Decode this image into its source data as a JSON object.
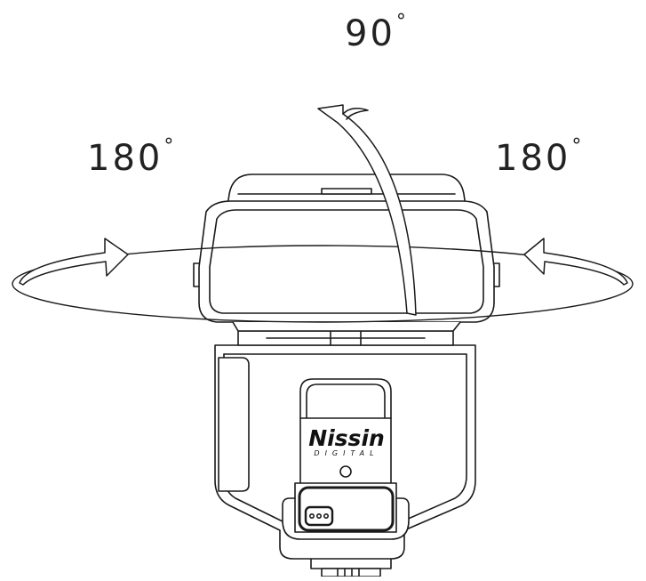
{
  "labels": {
    "tilt": {
      "value": "90",
      "unit": "°"
    },
    "swivel_left": {
      "value": "180",
      "unit": "°"
    },
    "swivel_right": {
      "value": "180",
      "unit": "°"
    }
  },
  "device": {
    "brand": "Nissin",
    "brand_sub": "DIGITAL"
  },
  "colors": {
    "line": "#1a1a1a",
    "fill": "#ffffff",
    "text": "#222222"
  },
  "icons": [
    "tilt-arrow-icon",
    "swivel-arrow-left-icon",
    "swivel-arrow-right-icon"
  ]
}
